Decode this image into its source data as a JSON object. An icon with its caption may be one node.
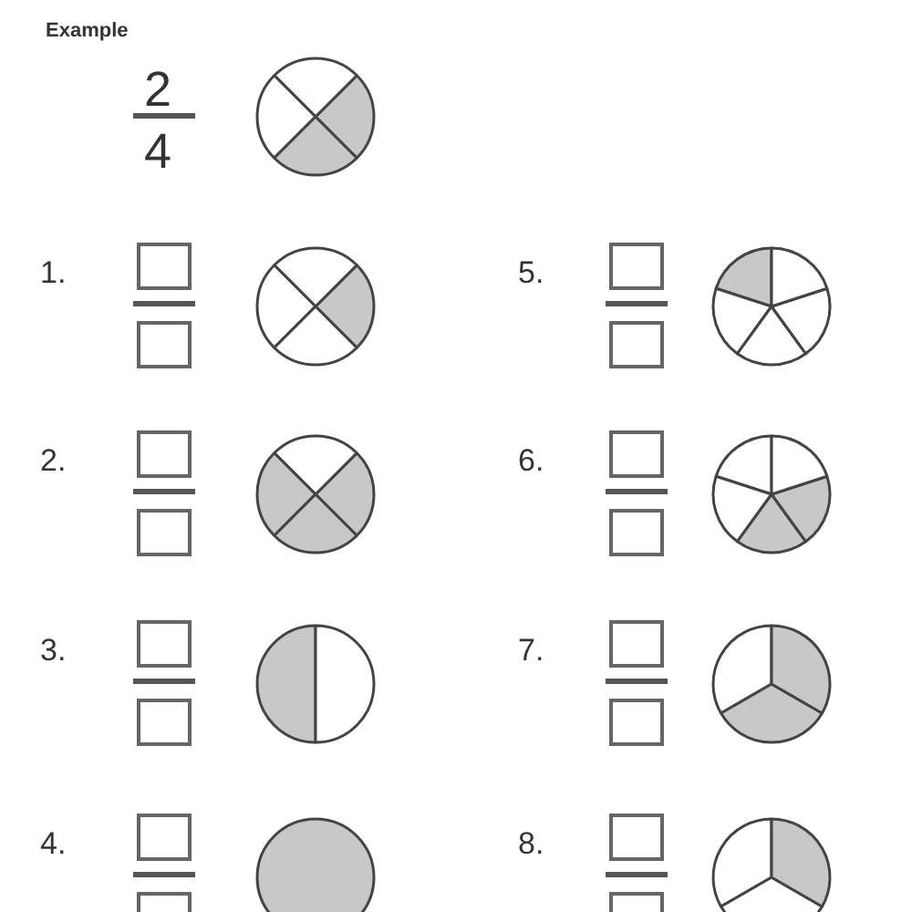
{
  "diagram": {
    "title": "Example",
    "labels": [
      "2",
      "4",
      "1.",
      "5.",
      "2.",
      "6.",
      "3.",
      "7.",
      "4.",
      "8."
    ]
  }
}
